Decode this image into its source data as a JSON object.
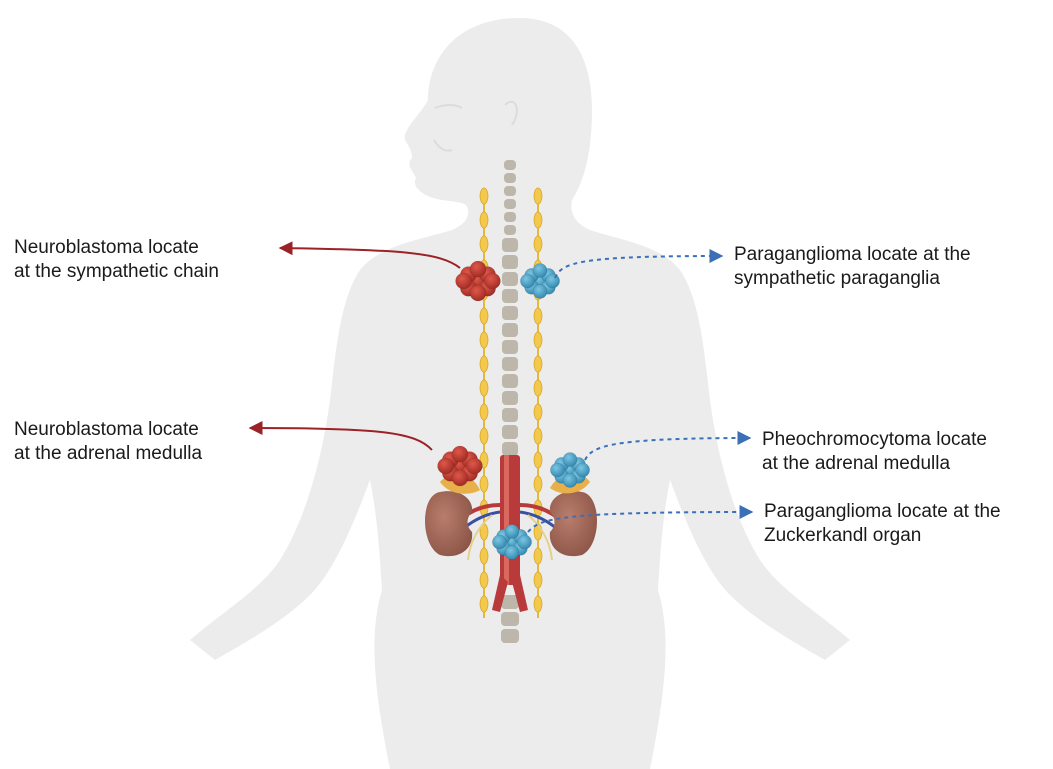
{
  "labels": {
    "nb_chain": {
      "line1": "Neuroblastoma locate",
      "line2": "at the sympathetic chain"
    },
    "nb_adrenal": {
      "line1": "Neuroblastoma locate",
      "line2": "at the adrenal medulla"
    },
    "pgl_sympathetic": {
      "line1": "Paraganglioma locate at the",
      "line2": "sympathetic paraganglia"
    },
    "pheo_adrenal": {
      "line1": "Pheochromocytoma locate",
      "line2": "at the adrenal medulla"
    },
    "pgl_zuckerkandl": {
      "line1": "Paraganglioma locate at the",
      "line2": "Zuckerkandl organ"
    }
  },
  "colors": {
    "body_silhouette": "#ececec",
    "neuroblastoma": "#c0392b",
    "neuroblastoma_arrow": "#9b2226",
    "paraganglioma": "#4aa3c9",
    "paraganglioma_arrow": "#3b6fb6",
    "sympathetic_chain": "#f2c94c",
    "spine": "#bdb7ab",
    "kidney": "#a0685a",
    "adrenal": "#e8b04a",
    "aorta": "#b83a3a"
  },
  "icons": {
    "body": "human-body-silhouette",
    "spine": "vertebral-column",
    "chain": "sympathetic-chain",
    "kidney": "kidney",
    "tumor": "tumor-cluster",
    "arrow": "arrow-right"
  }
}
